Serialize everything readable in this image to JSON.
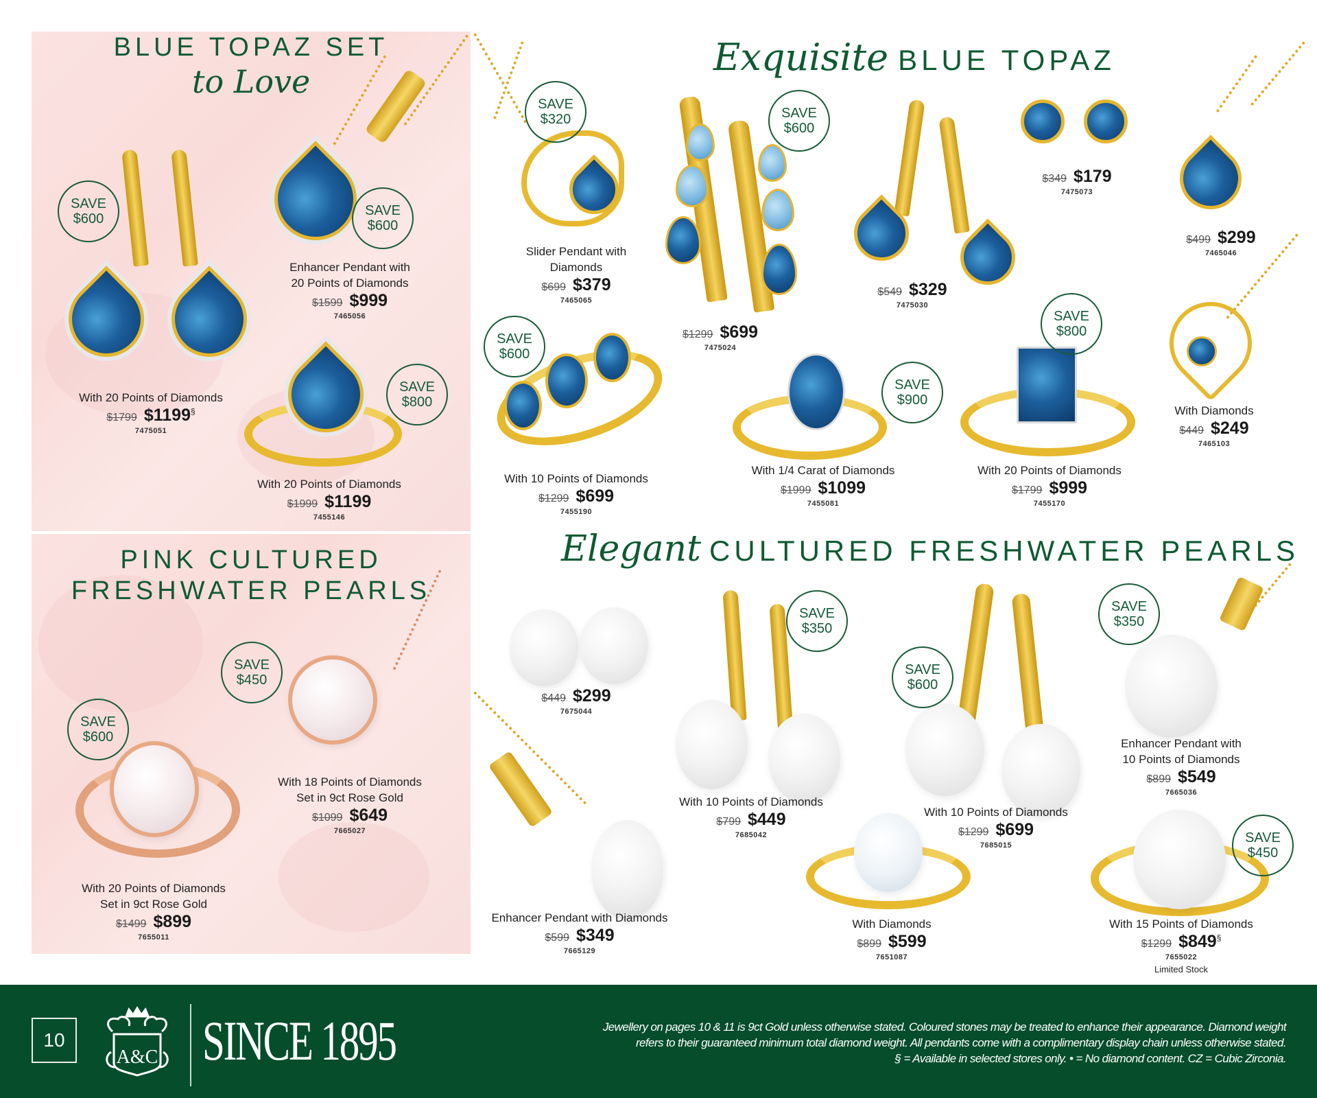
{
  "page": {
    "number": "10",
    "colors": {
      "brand_green": "#064d2c",
      "heading_green": "#0f5a33",
      "pink_panel": "#fbe3e1"
    }
  },
  "sections": {
    "blue_topaz_set": {
      "title_caps": "BLUE TOPAZ SET",
      "title_script": "to Love"
    },
    "pink_pearls": {
      "title_line1": "PINK CULTURED",
      "title_line2": "FRESHWATER PEARLS"
    },
    "exquisite_topaz": {
      "title_script": "Exquisite",
      "title_caps": "BLUE TOPAZ"
    },
    "elegant_pearls": {
      "title_script": "Elegant",
      "title_caps": "CULTURED FRESHWATER PEARLS"
    }
  },
  "badges": {
    "save_label": "SAVE",
    "set_earrings": "$600",
    "set_pendant": "$600",
    "set_ring": "$800",
    "pink_ring": "$600",
    "pink_pendant": "$450",
    "slider_pendant": "$320",
    "multi_earrings": "$600",
    "three_stone_ring": "$600",
    "oval_ring": "$900",
    "emerald_ring": "$800",
    "pearl_drop_earrings": "$350",
    "pearl_hook_earrings": "$600",
    "pearl_pendant_diamonds": "$350",
    "pearl_ring_15pts": "$450"
  },
  "products": {
    "set_pendant": {
      "desc1": "Enhancer Pendant with",
      "desc2": "20 Points of Diamonds",
      "was": "$1599",
      "now": "$999",
      "sku": "7465056"
    },
    "set_earrings": {
      "desc1": "With 20 Points of Diamonds",
      "was": "$1799",
      "now": "$1199",
      "mark": "§",
      "sku": "7475051"
    },
    "set_ring": {
      "desc1": "With 20 Points of Diamonds",
      "was": "$1999",
      "now": "$1199",
      "sku": "7455146"
    },
    "pink_pendant": {
      "desc1": "With 18 Points of Diamonds",
      "desc2": "Set in 9ct Rose Gold",
      "was": "$1099",
      "now": "$649",
      "sku": "7665027"
    },
    "pink_ring": {
      "desc1": "With 20 Points of Diamonds",
      "desc2": "Set in 9ct Rose Gold",
      "was": "$1499",
      "now": "$899",
      "sku": "7655011"
    },
    "slider_pendant": {
      "desc1": "Slider Pendant with",
      "desc2": "Diamonds",
      "was": "$699",
      "now": "$379",
      "sku": "7465065"
    },
    "multi_earrings": {
      "was": "$1299",
      "now": "$699",
      "sku": "7475024"
    },
    "drop_earrings": {
      "was": "$549",
      "now": "$329",
      "sku": "7475030"
    },
    "stud_earrings": {
      "was": "$349",
      "now": "$179",
      "sku": "7475073"
    },
    "teardrop_pendant": {
      "was": "$499",
      "now": "$299",
      "sku": "7465046"
    },
    "heart_pendant": {
      "desc1": "With Diamonds",
      "was": "$449",
      "now": "$249",
      "sku": "7465103"
    },
    "three_stone_ring": {
      "desc1": "With 10 Points of Diamonds",
      "was": "$1299",
      "now": "$699",
      "sku": "7455190"
    },
    "oval_ring": {
      "desc1": "With 1/4 Carat of Diamonds",
      "was": "$1999",
      "now": "$1099",
      "sku": "7455081"
    },
    "emerald_ring": {
      "desc1": "With 20 Points of Diamonds",
      "was": "$1799",
      "now": "$999",
      "sku": "7455170"
    },
    "pearl_studs": {
      "was": "$449",
      "now": "$299",
      "sku": "7675044"
    },
    "pearl_drop_earrings": {
      "desc1": "With 10 Points of Diamonds",
      "was": "$799",
      "now": "$449",
      "sku": "7685042"
    },
    "pearl_hook_earrings": {
      "desc1": "With 10 Points of Diamonds",
      "was": "$1299",
      "now": "$699",
      "sku": "7685015"
    },
    "pearl_pendant_diamonds": {
      "desc1": "Enhancer Pendant with",
      "desc2": "10 Points of Diamonds",
      "was": "$899",
      "now": "$549",
      "sku": "7665036"
    },
    "pearl_enhancer_pendant": {
      "desc1": "Enhancer Pendant with Diamonds",
      "was": "$599",
      "now": "$349",
      "sku": "7665129"
    },
    "pearl_ring_diamonds": {
      "desc1": "With Diamonds",
      "was": "$899",
      "now": "$599",
      "sku": "7651087"
    },
    "pearl_ring_15pts": {
      "desc1": "With 15 Points of Diamonds",
      "was": "$1299",
      "now": "$849",
      "mark": "§",
      "sku": "7655022",
      "note": "Limited Stock"
    }
  },
  "footer": {
    "page_number": "10",
    "crest_monogram": "A&C",
    "since": "SINCE 1895",
    "disclaimer_line1": "Jewellery on pages 10 & 11 is 9ct Gold unless otherwise stated. Coloured stones may be treated to enhance their appearance.  Diamond weight",
    "disclaimer_line2": "refers to their guaranteed minimum total diamond weight. All pendants come with a complimentary display chain unless otherwise stated.",
    "disclaimer_line3": "§ = Available in selected stores only. • = No diamond content. CZ = Cubic Zirconia."
  }
}
